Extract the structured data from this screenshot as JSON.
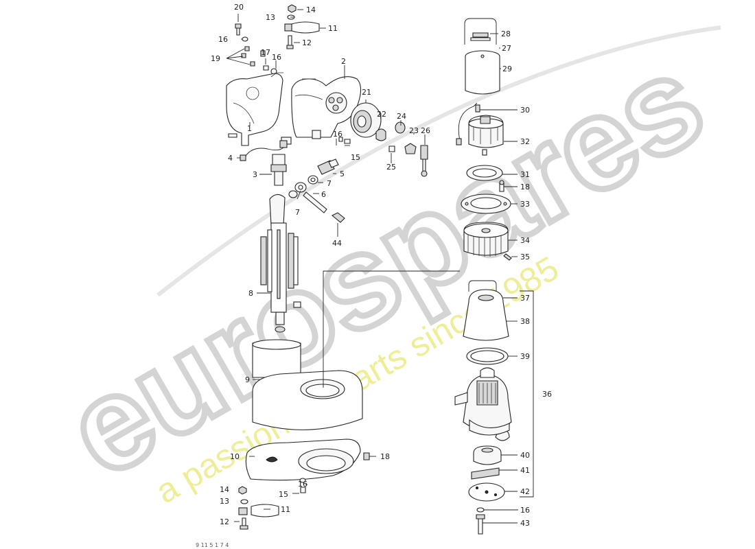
{
  "watermark": {
    "brand": "eurospares",
    "tagline": "a passion for parts since 1985",
    "brand_color": "#d9d9d9",
    "tagline_color": "#ecec9a"
  },
  "footer_code": "9 11 5 1 7 4"
}
